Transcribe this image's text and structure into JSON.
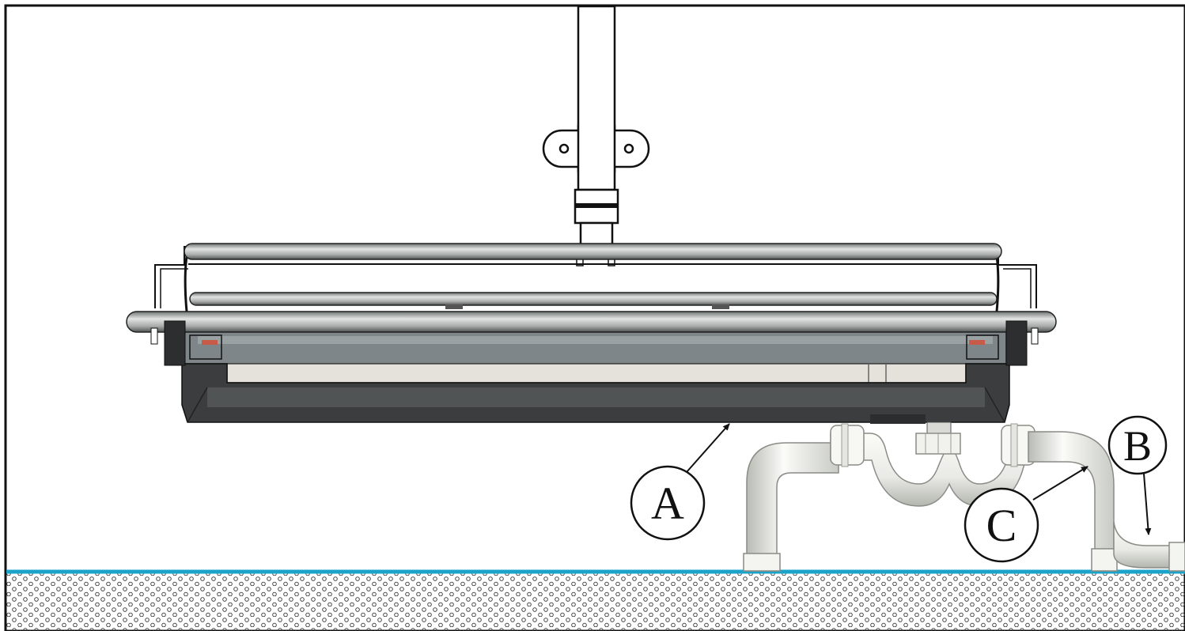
{
  "diagram": {
    "callouts": {
      "a": {
        "letter": "A",
        "points_to": "unit-housing"
      },
      "b": {
        "letter": "B",
        "points_to": "drain-outlet-pipe"
      },
      "c": {
        "letter": "C",
        "points_to": "condensate-drain-pipe"
      }
    },
    "colors": {
      "frame": "#111111",
      "waterline": "#1ba3c9",
      "housing_dark": "#3b3d3e",
      "housing_grey": "#7e8689",
      "rail": "#b9bcbc",
      "pipe": "#f1f2ee"
    }
  }
}
